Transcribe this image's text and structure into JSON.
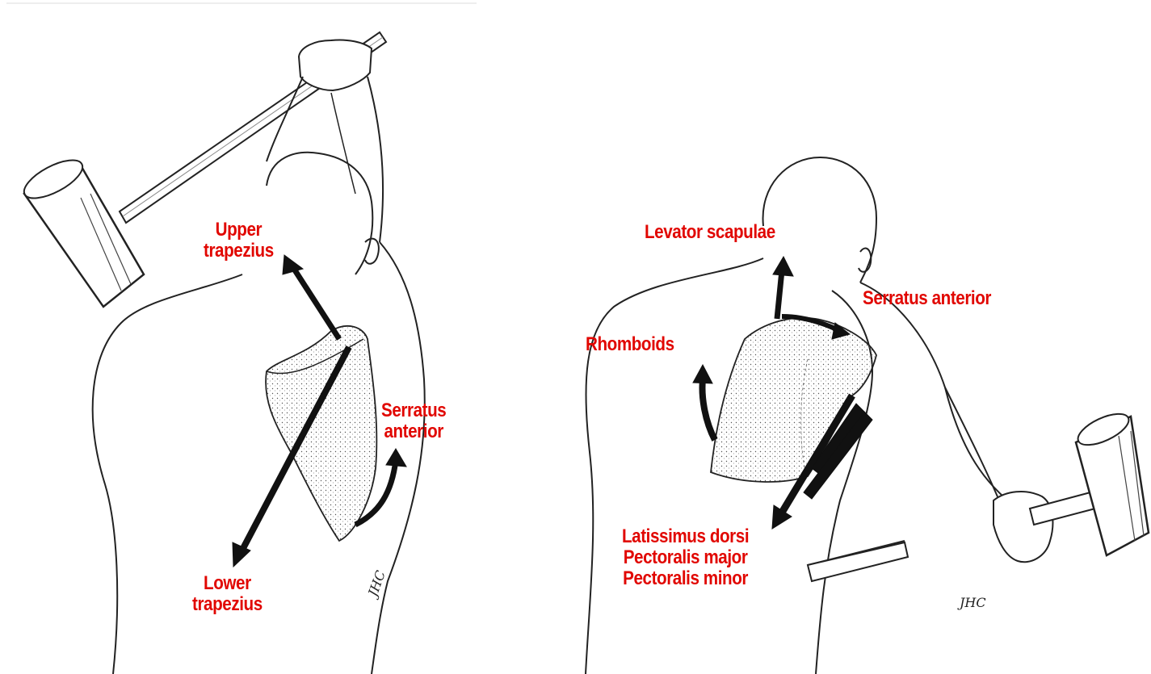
{
  "left_panel": {
    "labels": {
      "upper_trapezius": [
        "Upper",
        "trapezius"
      ],
      "serratus_anterior": [
        "Serratus",
        "anterior"
      ],
      "lower_trapezius": [
        "Lower",
        "trapezius"
      ]
    }
  },
  "right_panel": {
    "labels": {
      "levator_scapulae": "Levator scapulae",
      "serratus_anterior": "Serratus anterior",
      "rhomboids": "Rhomboids",
      "depressors": [
        "Latissimus dorsi",
        "Pectoralis major",
        "Pectoralis minor"
      ]
    }
  },
  "colors": {
    "label": "#e10600",
    "line": "#111111",
    "arrow": "#111111",
    "stipple": "#555555"
  },
  "signature_text": "JHC"
}
